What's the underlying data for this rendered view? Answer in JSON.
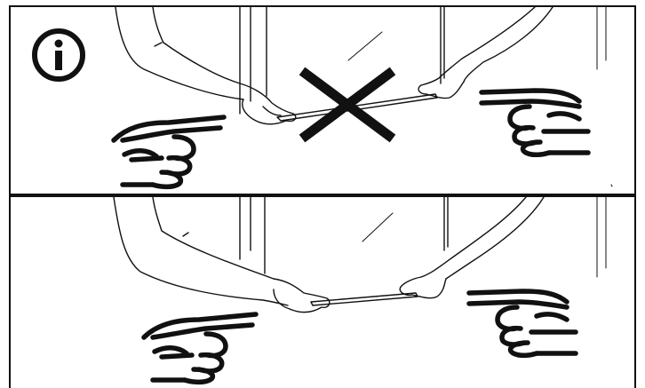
{
  "panels": [
    {
      "id": "incorrect",
      "status": "wrong",
      "icons": [
        "info-icon",
        "cross-icon",
        "pointing-hand-icon",
        "pointing-hand-icon"
      ]
    },
    {
      "id": "correct",
      "status": "right",
      "icons": [
        "pointing-hand-icon",
        "pointing-hand-icon"
      ]
    }
  ],
  "colors": {
    "line": "#111111",
    "background": "#ffffff"
  }
}
